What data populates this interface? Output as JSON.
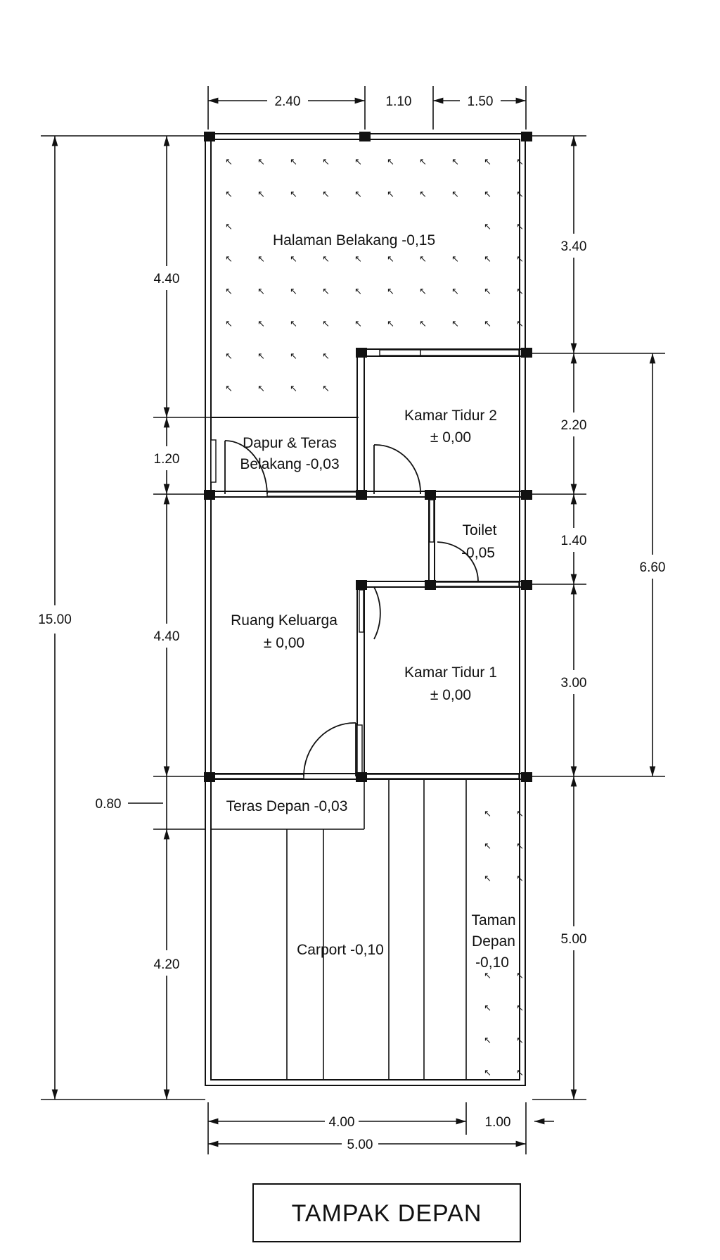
{
  "drawing": {
    "caption": "TAMPAK DEPAN",
    "rooms": {
      "backyard": "Halaman Belakang -0,15",
      "bedroom2_name": "Kamar Tidur 2",
      "bedroom2_level": "± 0,00",
      "kitchen_line1": "Dapur & Teras",
      "kitchen_line2": "Belakang -0,03",
      "toilet_name": "Toilet",
      "toilet_level": "-0,05",
      "family_name": "Ruang Keluarga",
      "family_level": "± 0,00",
      "bedroom1_name": "Kamar Tidur 1",
      "bedroom1_level": "± 0,00",
      "front_terrace": "Teras Depan -0,03",
      "carport": "Carport -0,10",
      "garden_line1": "Taman",
      "garden_line2": "Depan",
      "garden_line3": "-0,10"
    },
    "dimensions": {
      "top_1": "2.40",
      "top_2": "1.10",
      "top_3": "1.50",
      "left_total": "15.00",
      "left_1": "4.40",
      "left_2": "1.20",
      "left_3": "4.40",
      "left_4": "0.80",
      "left_5": "4.20",
      "right_1": "3.40",
      "right_2": "2.20",
      "right_3": "1.40",
      "right_4": "3.00",
      "right_5": "5.00",
      "right_total": "6.60",
      "bottom_1": "4.00",
      "bottom_2": "1.00",
      "bottom_total": "5.00"
    }
  }
}
